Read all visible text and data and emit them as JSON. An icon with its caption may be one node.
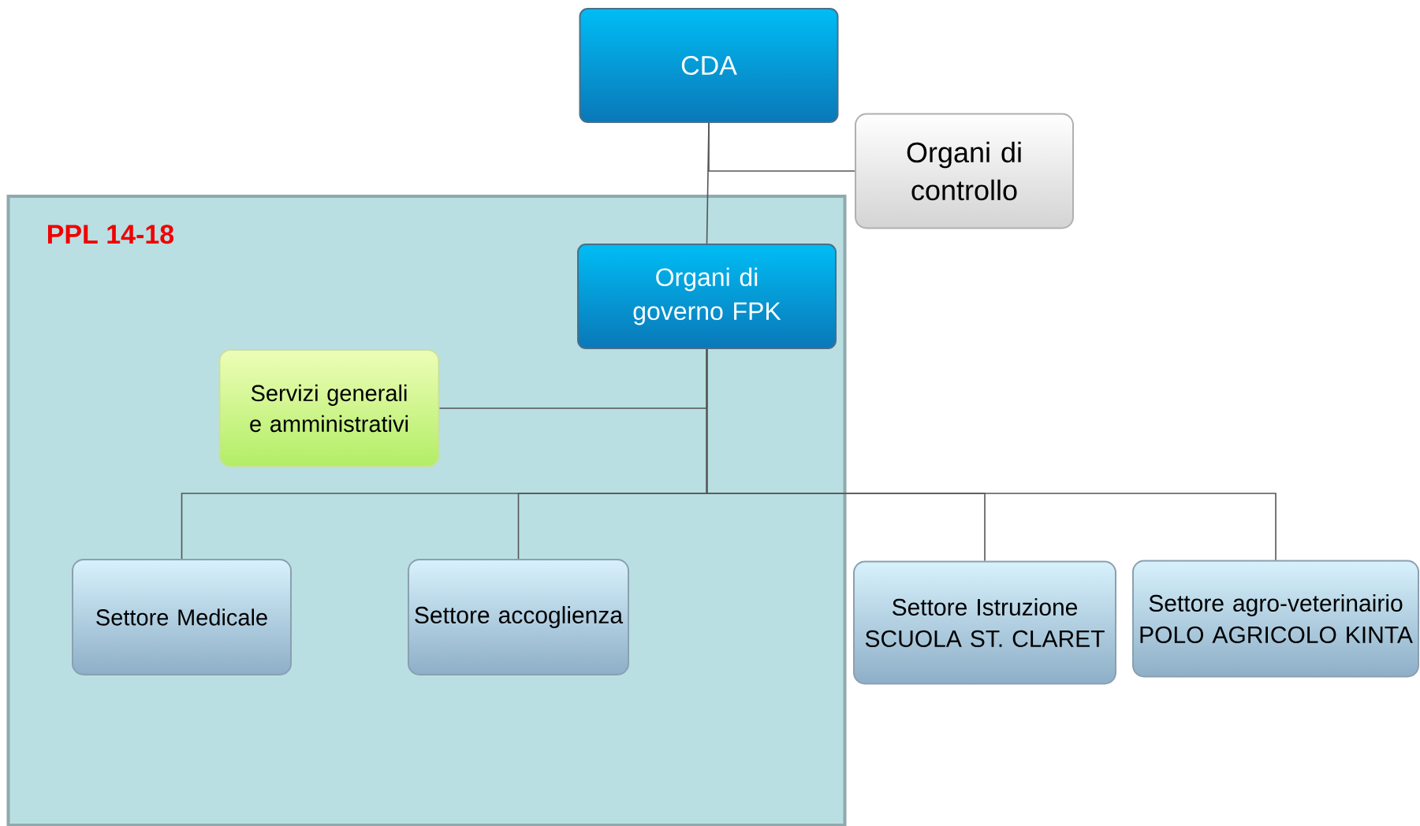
{
  "diagram": {
    "nodes": [
      {
        "text": [
          "CDA"
        ]
      },
      {
        "text": [
          "Organi di controllo"
        ]
      },
      {
        "text": [
          "PPL 14-18"
        ]
      },
      {
        "text": [
          "Organi di governo FPK"
        ],
        "in": 2
      },
      {
        "text": [
          "Servizi generali e amministrativi"
        ],
        "in": 2
      },
      {
        "text": [
          "Settore Medicale"
        ],
        "in": 2
      },
      {
        "text": [
          "Settore accoglienza"
        ],
        "in": 2
      },
      {
        "text": [
          "Settore Istruzione SCUOLA ST. CLARET"
        ]
      },
      {
        "text": [
          "Settore agro-veterinairio POLO AGRICOLO KINTA"
        ]
      }
    ],
    "edges": [
      {
        "from": 0,
        "to": 1,
        "arrow": "none"
      },
      {
        "from": 0,
        "to": 3,
        "arrow": "none"
      },
      {
        "from": 3,
        "to": 4,
        "arrow": "none"
      },
      {
        "from": 3,
        "to": 5,
        "arrow": "none"
      },
      {
        "from": 3,
        "to": 6,
        "arrow": "none"
      },
      {
        "from": 3,
        "to": 7,
        "arrow": "none"
      },
      {
        "from": 3,
        "to": 8,
        "arrow": "none"
      }
    ]
  }
}
